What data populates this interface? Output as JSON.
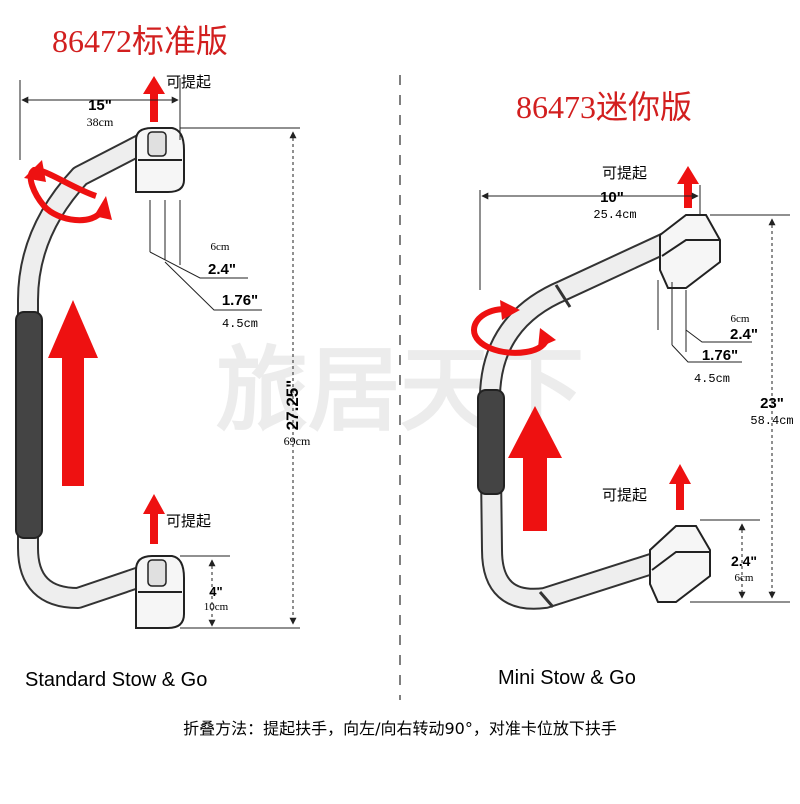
{
  "left": {
    "title": "86472标准版",
    "lift_top": "可提起",
    "lift_bottom": "可提起",
    "width_in": "15\"",
    "width_cm": "38cm",
    "height_in": "27.25\"",
    "height_cm": "69cm",
    "clip_depth_cm": "6cm",
    "clip_depth_in": "2.4\"",
    "clip_offset_in": "1.76\"",
    "clip_offset_cm": "4.5cm",
    "bottom_in": "4\"",
    "bottom_cm": "10cm",
    "caption": "Standard Stow & Go"
  },
  "right": {
    "title": "86473迷你版",
    "lift_top": "可提起",
    "lift_bottom": "可提起",
    "width_in": "10\"",
    "width_cm": "25.4cm",
    "height_in": "23\"",
    "height_cm": "58.4cm",
    "clip_depth_cm": "6cm",
    "clip_depth_in": "2.4\"",
    "clip_offset_in": "1.76\"",
    "clip_offset_cm": "4.5cm",
    "bottom_in": "2.4\"",
    "bottom_cm": "6cm",
    "caption": "Mini Stow & Go"
  },
  "watermark": "旅居天下",
  "footer": "折叠方法：提起扶手，向左/向右转动90°，对准卡位放下扶手",
  "colors": {
    "accent": "#ee1111",
    "line": "#222222",
    "title": "#d21f1f"
  }
}
